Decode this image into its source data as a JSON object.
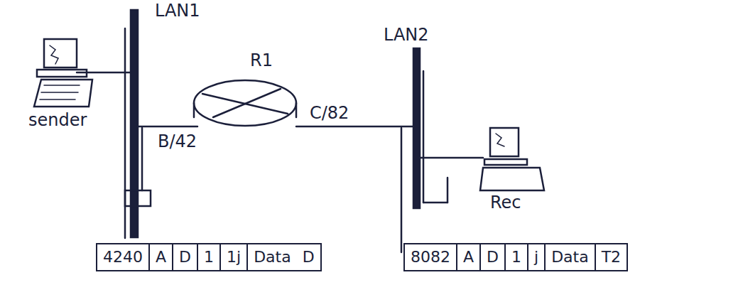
{
  "diagram": {
    "nodes": [
      {
        "text": [
          "4240",
          "A",
          "D",
          "1",
          "1j",
          "Data",
          "D"
        ]
      },
      {
        "text": [
          "8082",
          "A",
          "D",
          "1",
          "j",
          "Data",
          "T2"
        ]
      }
    ],
    "labels": [
      "LAN1",
      "R1",
      "LAN2",
      "sender",
      "B/42",
      "C/82",
      "Rec"
    ]
  }
}
